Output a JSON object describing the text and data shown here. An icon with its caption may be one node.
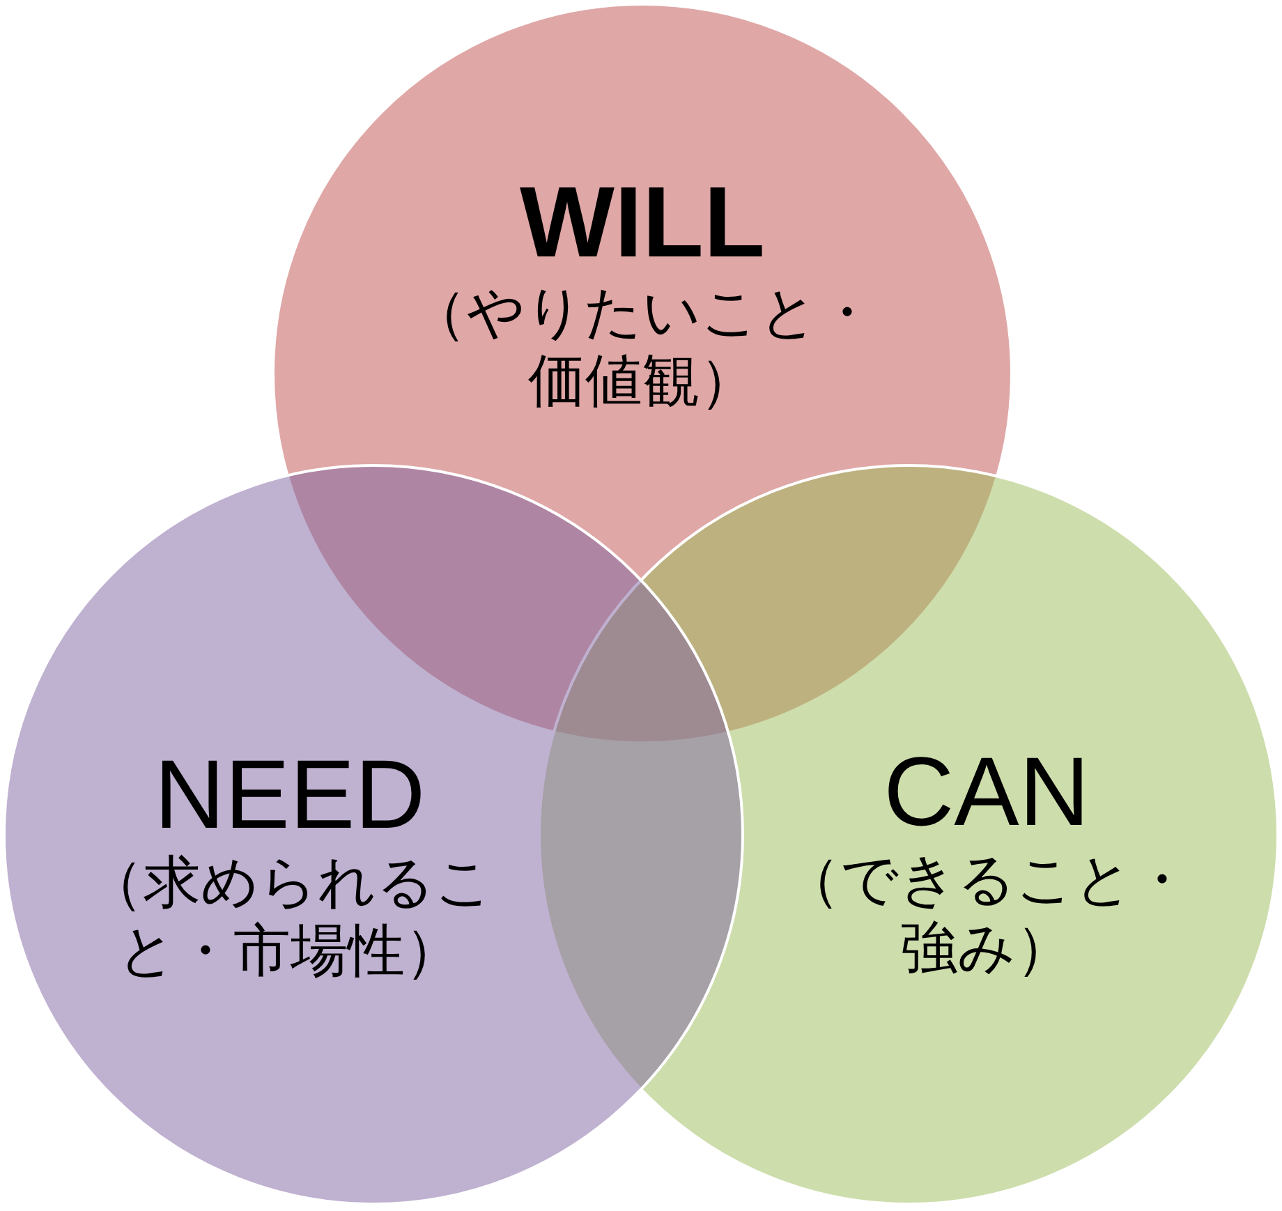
{
  "diagram": {
    "nodes": [
      {
        "text": [
          "WILL",
          "（やりたいこと・価値観）"
        ]
      },
      {
        "text": [
          "NEED",
          "（求められること・市場性）"
        ]
      },
      {
        "text": [
          "CAN",
          "（できること・強み）"
        ]
      }
    ]
  }
}
